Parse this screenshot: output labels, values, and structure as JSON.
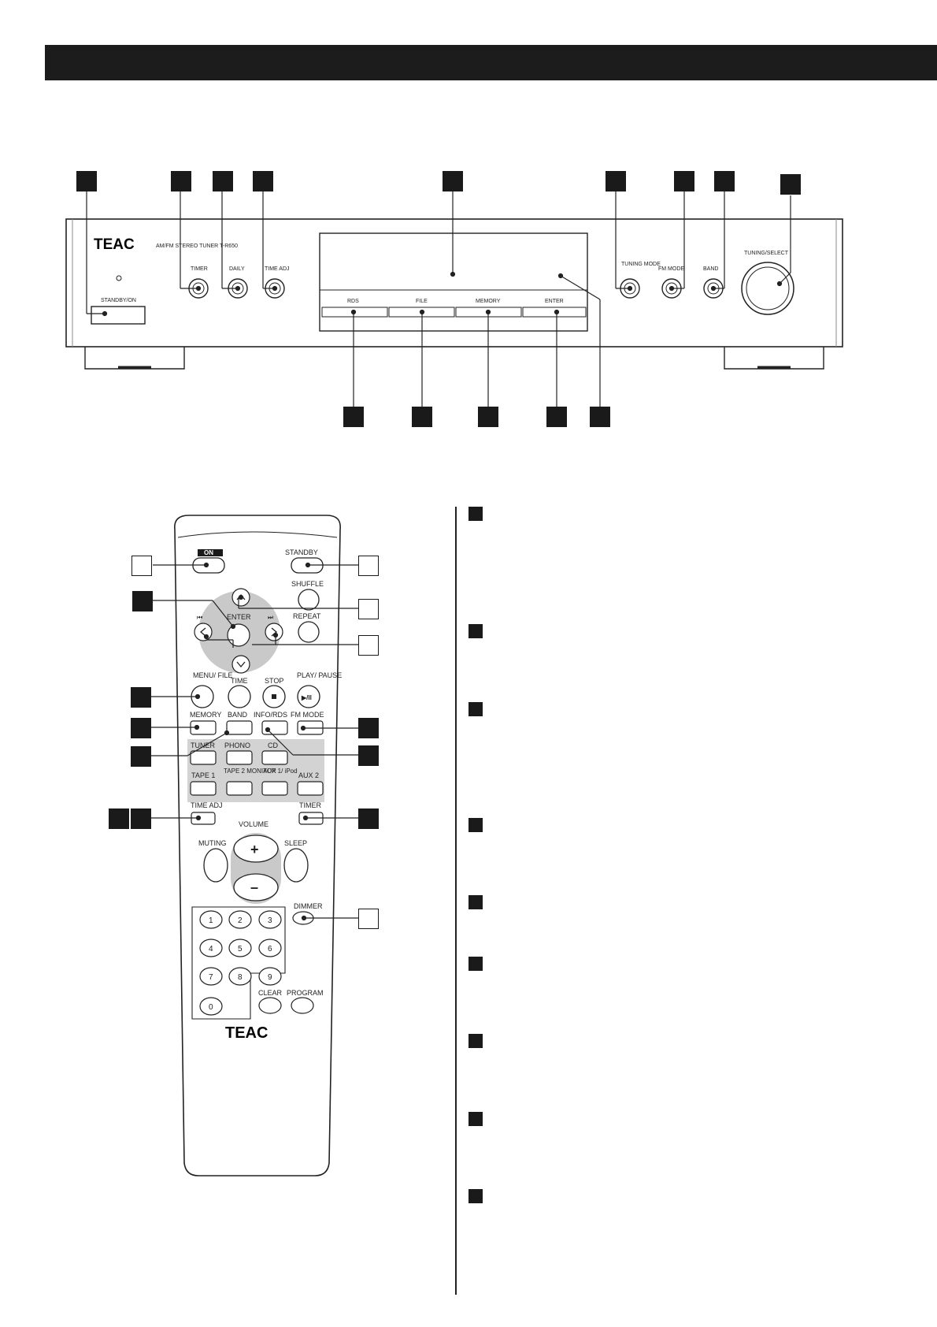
{
  "brand": "TEAC",
  "front_panel": {
    "model_text": "AM/FM STEREO TUNER  T-R650",
    "labels": {
      "standby_on": "STANDBY/ON",
      "timer": "TIMER",
      "daily": "DAILY",
      "time_adj": "TIME ADJ",
      "tuning_mode": "TUNING MODE",
      "fm_mode": "FM MODE",
      "band": "BAND",
      "tuning_select": "TUNING/SELECT",
      "rds": "RDS",
      "file": "FILE",
      "memory": "MEMORY",
      "enter": "ENTER"
    }
  },
  "remote": {
    "on": "ON",
    "standby": "STANDBY",
    "shuffle": "SHUFFLE",
    "repeat": "REPEAT",
    "enter": "ENTER",
    "prev": "⏮",
    "next": "⏭",
    "menu_file": "MENU/ FILE",
    "time": "TIME",
    "stop": "STOP",
    "play_pause": "PLAY/ PAUSE",
    "memory": "MEMORY",
    "band": "BAND",
    "info_rds": "INFO/RDS",
    "fm_mode": "FM MODE",
    "tuner": "TUNER",
    "phono": "PHONO",
    "cd": "CD",
    "tape1": "TAPE 1",
    "tape2_monitor": "TAPE 2 MONITOR",
    "aux1_ipod": "AUX 1/ iPod",
    "aux2": "AUX 2",
    "time_adj": "TIME ADJ",
    "timer": "TIMER",
    "volume": "VOLUME",
    "muting": "MUTING",
    "sleep": "SLEEP",
    "vol_up": "+",
    "vol_down": "–",
    "dimmer": "DIMMER",
    "clear": "CLEAR",
    "program": "PROGRAM",
    "digits": [
      "1",
      "2",
      "3",
      "4",
      "5",
      "6",
      "7",
      "8",
      "9",
      "0"
    ]
  }
}
